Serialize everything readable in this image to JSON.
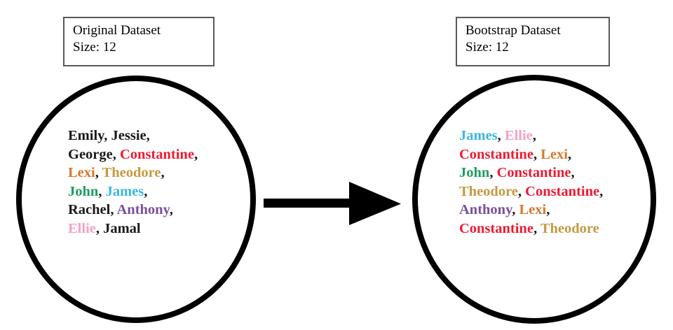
{
  "diagram": {
    "title_left": "Original Dataset",
    "title_right": "Bootstrap Dataset",
    "arrow_icon": "right-arrow-icon",
    "palette": {
      "black": "#1a1a1a",
      "red": "#ed1b33",
      "orange": "#d9762f",
      "gold": "#c49a41",
      "green": "#1f9e62",
      "blue": "#3bb7e0",
      "purple": "#7a4f9e",
      "pink": "#f4a2c4",
      "circle_stroke": "#000000",
      "box_border": "#58595b",
      "background": "#ffffff"
    }
  },
  "left_panel": {
    "box": {
      "line1": "Original Dataset",
      "line2": "Size: 12"
    },
    "size_value": 12,
    "rows": [
      [
        {
          "name": "Emily",
          "color": "#1a1a1a",
          "sep": ","
        },
        {
          "name": "Jessie",
          "color": "#1a1a1a",
          "sep": ","
        }
      ],
      [
        {
          "name": "George",
          "color": "#1a1a1a",
          "sep": ","
        },
        {
          "name": "Constantine",
          "color": "#ed1b33",
          "sep": ","
        }
      ],
      [
        {
          "name": "Lexi",
          "color": "#d9762f",
          "sep": ","
        },
        {
          "name": "Theodore",
          "color": "#c49a41",
          "sep": ","
        }
      ],
      [
        {
          "name": "John",
          "color": "#1f9e62",
          "sep": ","
        },
        {
          "name": "James",
          "color": "#3bb7e0",
          "sep": ","
        }
      ],
      [
        {
          "name": "Rachel",
          "color": "#1a1a1a",
          "sep": ","
        },
        {
          "name": "Anthony",
          "color": "#7a4f9e",
          "sep": ","
        }
      ],
      [
        {
          "name": "Ellie",
          "color": "#f4a2c4",
          "sep": ","
        },
        {
          "name": "Jamal",
          "color": "#1a1a1a",
          "sep": ""
        }
      ]
    ]
  },
  "right_panel": {
    "box": {
      "line1": "Bootstrap Dataset",
      "line2": "Size: 12"
    },
    "size_value": 12,
    "rows": [
      [
        {
          "name": "James",
          "color": "#3bb7e0",
          "sep": ","
        },
        {
          "name": "Ellie",
          "color": "#f4a2c4",
          "sep": ","
        }
      ],
      [
        {
          "name": "Constantine",
          "color": "#ed1b33",
          "sep": ","
        },
        {
          "name": "Lexi",
          "color": "#d9762f",
          "sep": ","
        }
      ],
      [
        {
          "name": "John",
          "color": "#1f9e62",
          "sep": ","
        },
        {
          "name": "Constantine",
          "color": "#ed1b33",
          "sep": ","
        }
      ],
      [
        {
          "name": "Theodore",
          "color": "#c49a41",
          "sep": ","
        },
        {
          "name": "Constantine",
          "color": "#ed1b33",
          "sep": ","
        }
      ],
      [
        {
          "name": "Anthony",
          "color": "#7a4f9e",
          "sep": ","
        },
        {
          "name": "Lexi",
          "color": "#d9762f",
          "sep": ","
        }
      ],
      [
        {
          "name": "Constantine",
          "color": "#ed1b33",
          "sep": ","
        },
        {
          "name": "Theodore",
          "color": "#c49a41",
          "sep": ""
        }
      ]
    ]
  }
}
